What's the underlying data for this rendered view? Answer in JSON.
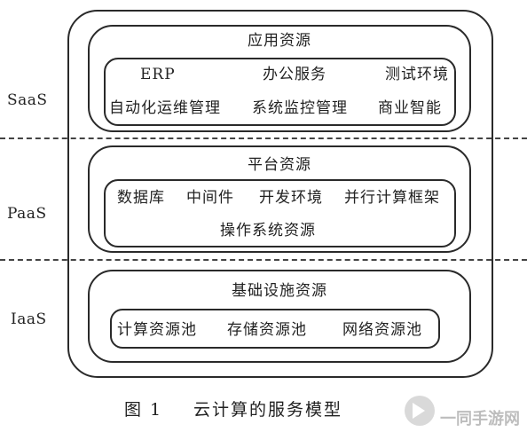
{
  "layers": {
    "saas": "SaaS",
    "paas": "PaaS",
    "iaas": "IaaS"
  },
  "saas": {
    "title": "应用资源",
    "row1": [
      "ERP",
      "办公服务",
      "测试环境"
    ],
    "row2": [
      "自动化运维管理",
      "系统监控管理",
      "商业智能"
    ]
  },
  "paas": {
    "title": "平台资源",
    "row1": [
      "数据库",
      "中间件",
      "开发环境",
      "并行计算框架"
    ],
    "row2": [
      "操作系统资源"
    ]
  },
  "iaas": {
    "title": "基础设施资源",
    "row1": [
      "计算资源池",
      "存储资源池",
      "网络资源池"
    ]
  },
  "caption": {
    "figure_number": "图 1",
    "text": "云计算的服务模型"
  },
  "watermark": {
    "text": "一同手游网"
  }
}
